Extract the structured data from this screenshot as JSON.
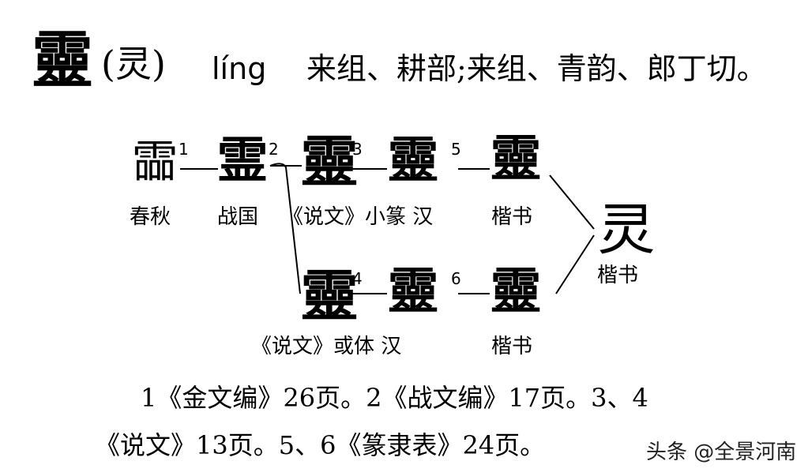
{
  "header": {
    "char": "靈",
    "simplified": "(灵)",
    "pinyin": "líng",
    "fanqie": "来组、耕部;来组、青韵、郎丁切。"
  },
  "glyphs": {
    "g1": "霝",
    "g2": "霊",
    "g3": "靈",
    "g4": "靈",
    "g5": "靈",
    "g6": "靈",
    "g7": "靈",
    "g8": "靈",
    "g9": "灵"
  },
  "numbers": {
    "n1": "1",
    "n2": "2",
    "n3": "3",
    "n4": "4",
    "n5": "5",
    "n6": "6"
  },
  "captions": {
    "c1": "春秋",
    "c2": "战国",
    "c3": "《说文》小篆 汉",
    "c4": "楷书",
    "c5": "《说文》或体 汉",
    "c6": "楷书",
    "c7": "楷书"
  },
  "footnotes": {
    "line1": "1《金文编》26页。2《战文编》17页。3、4",
    "line2": "《说文》13页。5、6《篆隶表》24页。"
  },
  "watermark": "头条 @全景河南"
}
